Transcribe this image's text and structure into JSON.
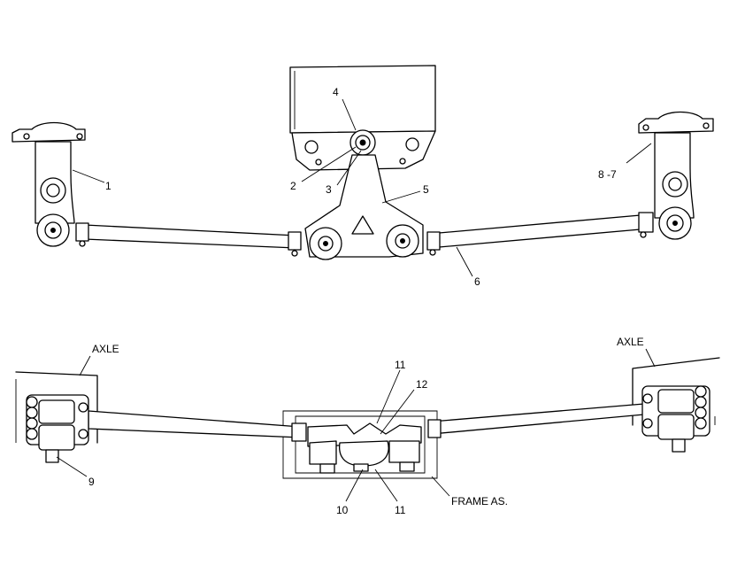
{
  "callouts": {
    "c1": "1",
    "c2": "2",
    "c3": "3",
    "c4": "4",
    "c5": "5",
    "c6": "6",
    "c8_7": "8 -7",
    "c9": "9",
    "c10": "10",
    "c11_top": "11",
    "c11_bottom": "11",
    "c12": "12"
  },
  "labels": {
    "axle_left": "AXLE",
    "axle_right": "AXLE",
    "frame": "FRAME AS."
  }
}
